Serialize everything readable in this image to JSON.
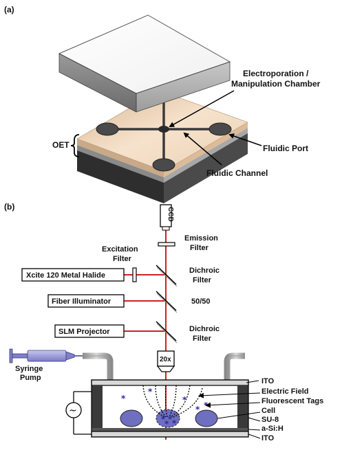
{
  "panel_a": {
    "tag": "(a)",
    "chamber_label_line1": "Electroporation /",
    "chamber_label_line2": "Manipulation Chamber",
    "oet_label": "OET",
    "fluidic_port_label": "Fluidic Port",
    "fluidic_channel_label": "Fluidic Channel"
  },
  "panel_b": {
    "tag": "(b)",
    "ccd_label": "CCD",
    "emission_filter_line1": "Emission",
    "emission_filter_line2": "Filter",
    "excitation_filter_line1": "Excitation",
    "excitation_filter_line2": "Filter",
    "dichroic1_line1": "Dichroic",
    "dichroic1_line2": "Filter",
    "beamsplitter_label": "50/50",
    "dichroic2_line1": "Dichroic",
    "dichroic2_line2": "Filter",
    "lamp_label": "Xcite 120 Metal Halide",
    "fiber_label": "Fiber Illuminator",
    "slm_label": "SLM Projector",
    "objective_label": "20x",
    "syringe_line1": "Syringe",
    "syringe_line2": "Pump",
    "ac_symbol": "~",
    "legend": {
      "ito_top": "ITO",
      "electric_field": "Electric Field",
      "fluorescent_tags": "Fluorescent Tags",
      "cell": "Cell",
      "su8": "SU-8",
      "asih": "a-Si:H",
      "ito_bottom": "ITO"
    }
  },
  "colors": {
    "laser": "#d21f1f",
    "device_top": "#e9c9a6",
    "device_side": "#3a3a3a",
    "cell_fill": "#6e6fbe",
    "tag_color": "#2a2aa0",
    "syringe": "#8080c8"
  }
}
